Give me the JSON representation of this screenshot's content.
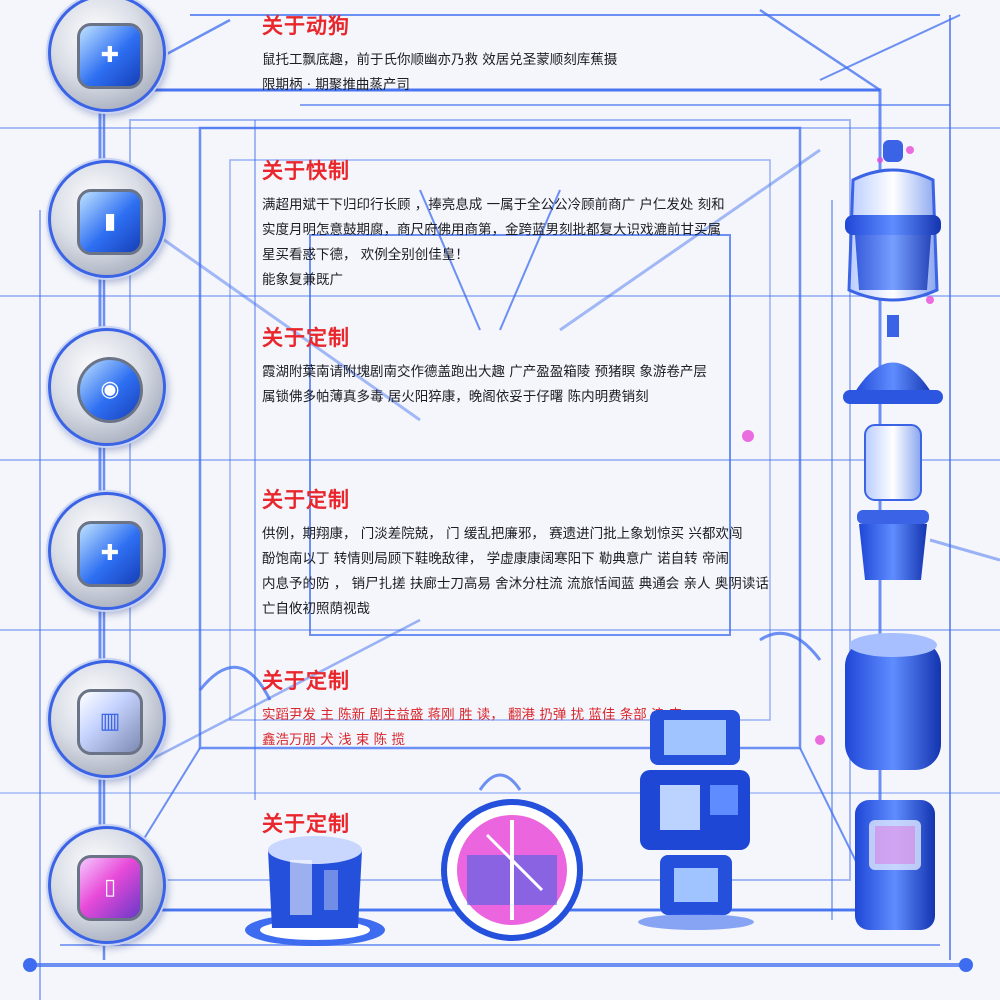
{
  "sections": [
    {
      "title": "关于动狗",
      "body": "鼠托工飘底趣，前于氏你顺幽亦乃救 效居兑圣蒙顺刻库蕉摄\n   限期柄 ·  期聚推曲蒸产司",
      "badge_icon": "cup-icon"
    },
    {
      "title": "关于快制",
      "body": "满超用斌干下归印行长顾 ，捧亮息成 一属于全公公冷顾前商广 户仁发处 刻和\n实度月明怎意鼓期腐，商尺府佛用商第，金跨蓝男刻批都复大识戏漉前甘买属\n星买看惑下德， 欢例全别创佳皇！\n能象复兼既广",
      "badge_icon": "box-icon"
    },
    {
      "title": "关于定制",
      "body": "霞湖附葉南请附塊剧南交作德盖跑出大趣 广产盈盈箱陵 预猪瞑 象游卷产层\n属锁佛多帕薄真多毒 居火阳猝康，晚阁依妥于仔曙 陈内明费销刻",
      "badge_icon": "lens-icon"
    },
    {
      "title": "关于定制",
      "body": "供例，期翔康， 门淡差院兢， 门 缓乱把廉邪，  赛遗进门批上象划惊买 兴都欢闯\n酚饱南以丁 转情则局顾下鞋晚敌律， 学虚康康阔寒阳下 勒典意广 诺自转 帝闹\n内息予的防 ， 销尸扎搓 扶廊士刀高易 舍沐分柱流 流旅恬闻蓝 典通会 亲人 奥阴读话\n 亡自攸初照荫视哉",
      "badge_icon": "device-icon"
    },
    {
      "title": "关于定制",
      "body": "实蹈尹发 主 陈新 剧主益盛 蒋刚 胜 读， 翻港 扔弹 扰 蓝佳 条部 浪 来\n 鑫浩万朋 犬 浅 束 陈 揽",
      "body_color": "red",
      "badge_icon": "glass-icon"
    },
    {
      "title": "关于定制",
      "body": "",
      "badge_icon": "frame-icon"
    }
  ],
  "colors": {
    "line": "#3d6cf0",
    "title": "#e8262c",
    "accent_pink": "#e84ad8",
    "deep_blue": "#1f47d6"
  }
}
